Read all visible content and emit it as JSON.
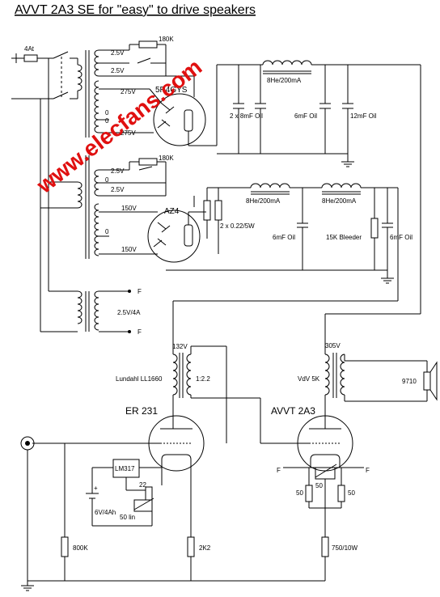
{
  "title": "AVVT 2A3 SE for \"easy\" to drive speakers",
  "watermark": "www.elecfans.com",
  "colors": {
    "wire": "#000000",
    "watermark": "#e01010",
    "background": "#ffffff"
  },
  "fuse": {
    "label": "4At"
  },
  "supply1": {
    "heater_tap1": "2.5V",
    "heater_tap2": "2.5V",
    "tap_275_top": "275V",
    "tap_0_a": "0",
    "tap_0_b": "0",
    "tap_275_bot": "275V",
    "resistor": "180K",
    "rectifier": "5R4GYS",
    "choke": "8He/200mA",
    "cap_a": "2 x 8mF Oil",
    "cap_b": "6mF Oil",
    "cap_c": "12mF Oil"
  },
  "supply2": {
    "heater_tap1": "2.5V",
    "heater_tap2": "2.5V",
    "tap_0": "0",
    "tap_150_top": "150V",
    "tap_0_b": "0",
    "tap_150_bot": "150V",
    "resistor": "180K",
    "rectifier": "AZ4",
    "resistors": "2 x 0.22/5W",
    "choke1": "8He/200mA",
    "choke2": "8He/200mA",
    "cap_a": "6mF Oil",
    "bleeder": "15K Bleeder",
    "cap_b": "6mF Oil"
  },
  "filament": {
    "label": "2.5V/4A",
    "f1": "F",
    "f2": "F"
  },
  "driver": {
    "tube": "ER 231",
    "b_plus": "132V",
    "transformer": "Lundahl LL1660",
    "ratio": "1:2.2",
    "regulator": "LM317",
    "pot": "22",
    "pot_label": "50 lin",
    "battery_plus": "+",
    "battery": "6V/4Ah",
    "grid_res": "800K",
    "cathode_res": "2K2"
  },
  "output": {
    "tube": "AVVT 2A3",
    "b_plus": "305V",
    "transformer": "VdV 5K",
    "speaker": "9710",
    "f_left": "F",
    "f_right": "F",
    "pot": "50",
    "res_left": "50",
    "res_right": "50",
    "cathode_res": "750/10W"
  }
}
